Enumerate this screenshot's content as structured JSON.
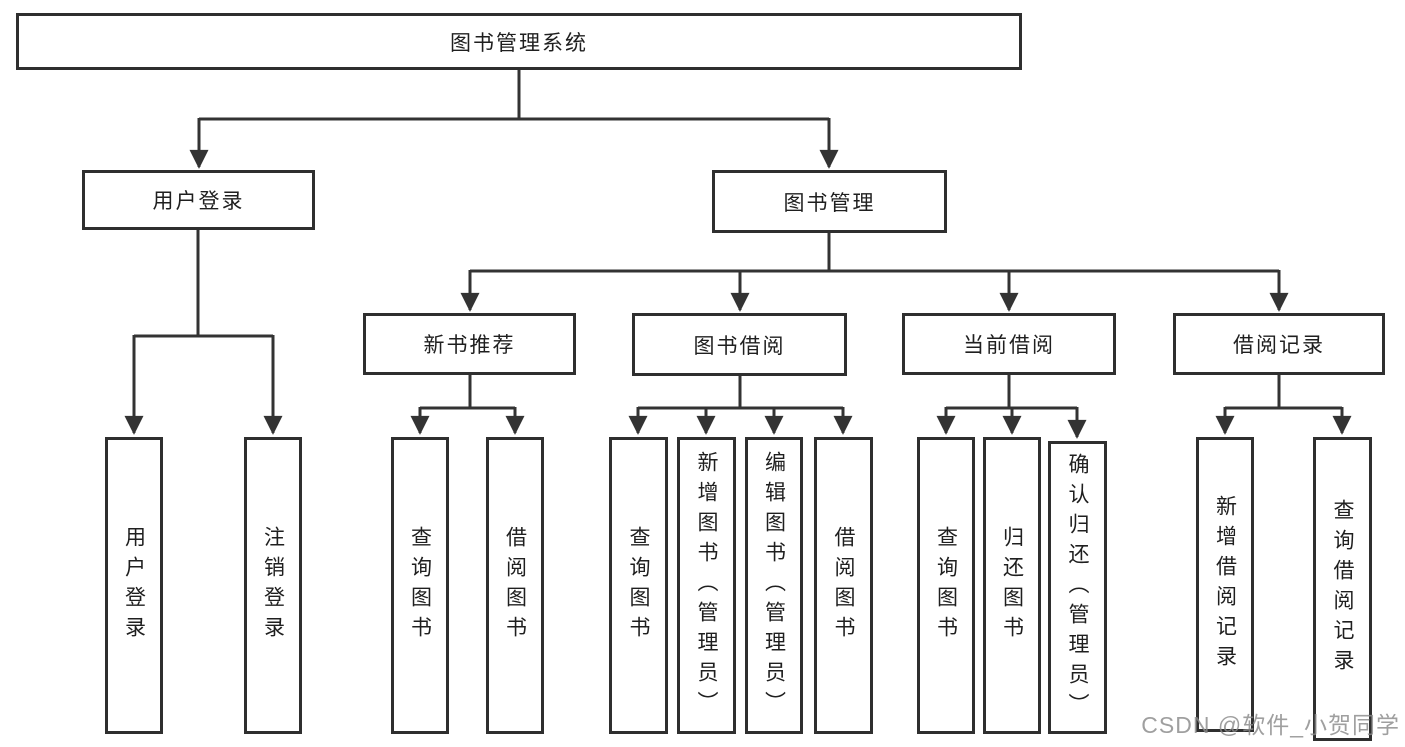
{
  "diagram_type": "hierarchy-flowchart",
  "tree": {
    "label": "图书管理系统",
    "children": [
      {
        "label": "用户登录",
        "children": [
          {
            "label": "用户登录"
          },
          {
            "label": "注销登录"
          }
        ]
      },
      {
        "label": "图书管理",
        "children": [
          {
            "label": "新书推荐",
            "children": [
              {
                "label": "查询图书"
              },
              {
                "label": "借阅图书"
              }
            ]
          },
          {
            "label": "图书借阅",
            "children": [
              {
                "label": "查询图书"
              },
              {
                "label": "新增图书（管理员）"
              },
              {
                "label": "编辑图书（管理员）"
              },
              {
                "label": "借阅图书"
              }
            ]
          },
          {
            "label": "当前借阅",
            "children": [
              {
                "label": "查询图书"
              },
              {
                "label": "归还图书"
              },
              {
                "label": "确认归还（管理员）"
              }
            ]
          },
          {
            "label": "借阅记录",
            "children": [
              {
                "label": "新增借阅记录"
              },
              {
                "label": "查询借阅记录"
              }
            ]
          }
        ]
      }
    ]
  },
  "watermark": "CSDN @软件_小贺同学",
  "colors": {
    "line": "#333333",
    "box_border": "#2f2f2f",
    "text": "#1f1f1f",
    "watermark": "#8a8a8a",
    "background": "#ffffff"
  }
}
